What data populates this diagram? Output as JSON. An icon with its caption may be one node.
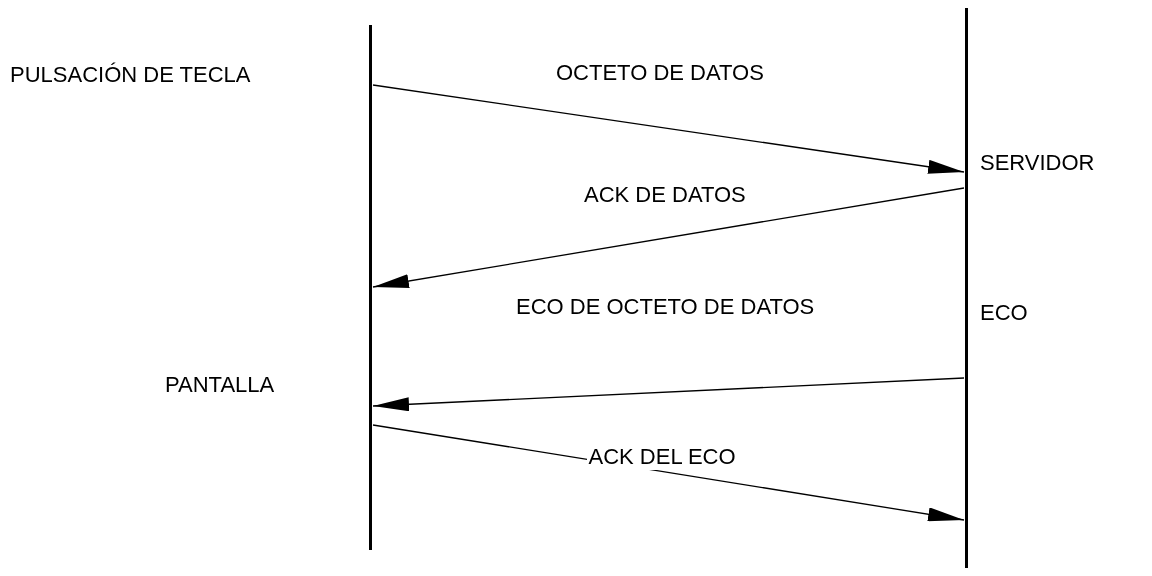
{
  "diagram": {
    "nodes": [
      {
        "text": [],
        "shape": "bar"
      },
      {
        "text": [],
        "shape": "bar"
      }
    ],
    "edges": [
      {
        "from": 0,
        "to": 1,
        "arrow": "to",
        "label": "OCTETO DE DATOS"
      },
      {
        "from": 1,
        "to": 0,
        "arrow": "to",
        "label": "ACK DE DATOS"
      },
      {
        "from": 1,
        "to": 0,
        "arrow": "to",
        "label": "ECO DE OCTETO DE DATOS"
      },
      {
        "from": 0,
        "to": 1,
        "arrow": "to",
        "label": "ACK DEL ECO"
      }
    ],
    "labels": [
      "PULSACIÓN DE TECLA",
      "SERVIDOR",
      "ECO",
      "PANTALLA"
    ]
  }
}
